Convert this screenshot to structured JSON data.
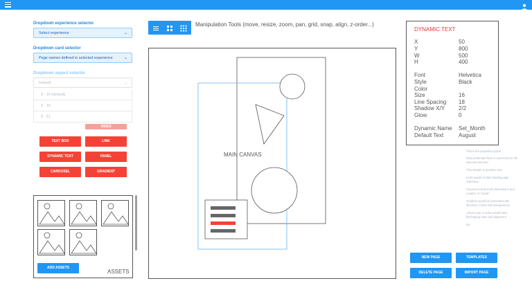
{
  "topbar": {
    "menu_icon": "hamburger-menu-icon",
    "user_icon": "user-account-icon",
    "color": "#2196f3"
  },
  "left": {
    "experience_label": "Dropdown experience selector",
    "experience_value": "Select experience",
    "card_label": "Dropdown card selector",
    "card_value": "Page names defined in selected experience",
    "aspect_label": "Dropdown aspect selector",
    "aspect_value": "Default",
    "aspect_options": [
      "9 : 16 (default)",
      "9 : 16",
      "9 : 21"
    ],
    "buttons": {
      "video": "VIDEO",
      "text_box": "TEXT BOX",
      "link": "LINK",
      "dynamic_text": "DYNAMIC TEXT",
      "panel": "PANEL",
      "carousel": "CAROUSEL",
      "gradient": "GRADIENT"
    },
    "add_assets": "ADD ASSETS",
    "assets_label": "ASSETS"
  },
  "toolbar": {
    "icons": [
      "list-view-icon",
      "tree-view-icon",
      "grid-view-icon"
    ],
    "caption": "Manipulation Tools (move, resize, zoom, pan, grid, snap, align, z-order...)"
  },
  "canvas": {
    "label": "MAIN CANVAS"
  },
  "properties": {
    "title": "DYNAMIC TEXT",
    "x_key": "X",
    "x_val": "50",
    "y_key": "Y",
    "y_val": "800",
    "w_key": "W",
    "w_val": "500",
    "h_key": "H",
    "h_val": "400",
    "font_key": "Font",
    "font_val": "Helvetica",
    "style_key": "Style",
    "style_val": "Black",
    "color_key": "Color",
    "color_val": "",
    "size_key": "Size",
    "size_val": "16",
    "spacing_key": "Line Spacing",
    "spacing_val": "18",
    "shadow_key": "Shadow X/Y",
    "shadow_val": "2/2",
    "glow_key": "Glow",
    "glow_val": "0",
    "dname_key": "Dynamic Name",
    "dname_val": "Set_Month",
    "dtext_key": "Default Text",
    "dtext_val": "August"
  },
  "notes": [
    "This is the properties panel.",
    "Data presented here is connected to the selected element.",
    "This sample is dynamic text.",
    "Links would contain binding page reference.",
    "Carousel would mark dimensions and number of \"cards\".",
    "Gradient would be presented with direction, colors and transparency.",
    "Attract loop or video would have file/looping rules and alignment.",
    "Etc."
  ],
  "page_buttons": {
    "new_page": "NEW PAGE",
    "templates": "TEMPLATES",
    "delete_page": "DELETE PAGE",
    "import_page": "IMPORT PAGE"
  },
  "colors": {
    "accent_blue": "#2196f3",
    "accent_red": "#f44336",
    "text_red": "#e53935"
  }
}
